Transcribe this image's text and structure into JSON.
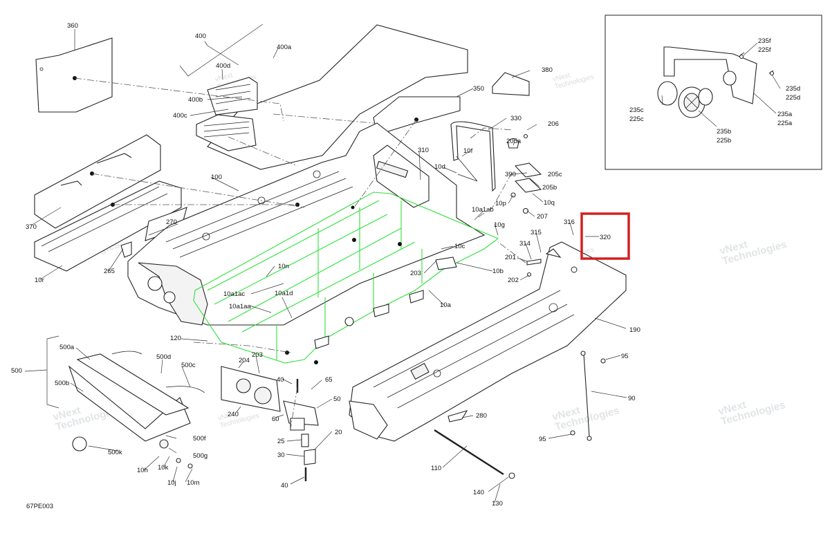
{
  "diagram": {
    "figure_code": "67PE003",
    "highlight_label": "320",
    "watermark": {
      "line1": "vNext",
      "line2": "Technologies"
    },
    "callouts": {
      "c360": "360",
      "c400": "400",
      "c400a": "400a",
      "c400d": "400d",
      "c400b": "400b",
      "c400c": "400c",
      "c380": "380",
      "c350": "350",
      "c330": "330",
      "c206": "206",
      "c205a": "205a",
      "c310": "310",
      "c10f": "10f",
      "c10d": "10d",
      "c390": "390",
      "c205c": "205c",
      "c205b": "205b",
      "c10q": "10q",
      "c10p": "10p",
      "c207": "207",
      "c10a1ab": "10a1ab",
      "c10g": "10g",
      "c316": "316",
      "c315": "315",
      "c314": "314",
      "c201": "201",
      "c202": "202",
      "c10c": "10c",
      "c10b": "10b",
      "c203a": "203",
      "c10a": "10a",
      "c100": "100",
      "c270": "270",
      "c370": "370",
      "c265": "265",
      "c10r": "10r",
      "c10n": "10n",
      "c10a1ac": "10a1ac",
      "c10a1d": "10a1d",
      "c10a1aa": "10a1aa",
      "c120": "120",
      "c190": "190",
      "c95a": "95",
      "c90": "90",
      "c95b": "95",
      "c500": "500",
      "c500a": "500a",
      "c500d": "500d",
      "c500c": "500c",
      "c500b": "500b",
      "c500f": "500f",
      "c500g": "500g",
      "c500k": "500k",
      "c10h": "10h",
      "c10k": "10k",
      "c10j": "10j",
      "c10m": "10m",
      "c204": "204",
      "c203b": "203",
      "c40a": "40",
      "c65": "65",
      "c240": "240",
      "c60": "60",
      "c50": "50",
      "c25": "25",
      "c20": "20",
      "c30": "30",
      "c40b": "40",
      "c280": "280",
      "c110": "110",
      "c140": "140",
      "c130": "130",
      "c235f": "235f",
      "c225f": "225f",
      "c235d": "235d",
      "c225d": "225d",
      "c235c": "235c",
      "c225c": "225c",
      "c235b": "235b",
      "c225b": "225b",
      "c235a": "235a",
      "c225a": "225a"
    }
  }
}
